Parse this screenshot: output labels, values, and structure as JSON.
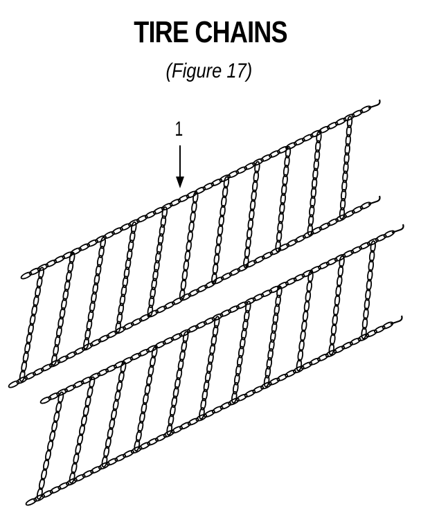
{
  "figure": {
    "title": "TIRE CHAINS",
    "subtitle": "(Figure 17)",
    "callout_label": "1"
  },
  "chains": [
    {
      "name": "upper-chain",
      "cross_links": 11
    },
    {
      "name": "lower-chain",
      "cross_links": 11
    }
  ],
  "colors": {
    "ink": "#000000",
    "paper": "#ffffff"
  }
}
